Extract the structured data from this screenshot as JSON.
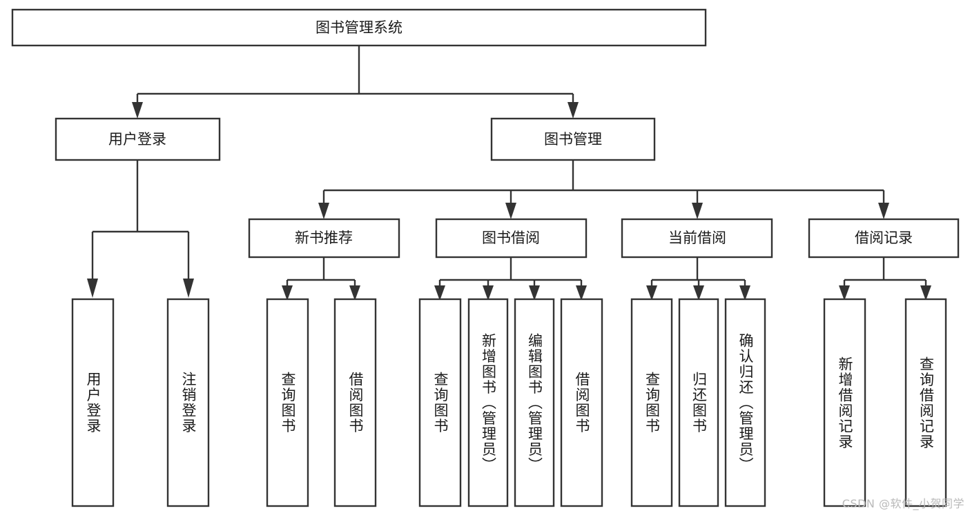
{
  "diagram": {
    "kind": "hierarchy-tree",
    "title_node": {
      "label": "图书管理系统"
    },
    "level2": [
      {
        "id": "user-login",
        "label": "用户登录"
      },
      {
        "id": "book-manage",
        "label": "图书管理"
      }
    ],
    "level3": [
      {
        "id": "new-book-recommend",
        "label": "新书推荐"
      },
      {
        "id": "book-borrow",
        "label": "图书借阅"
      },
      {
        "id": "current-borrow",
        "label": "当前借阅"
      },
      {
        "id": "borrow-record",
        "label": "借阅记录"
      }
    ],
    "leaves": {
      "user_login": [
        {
          "id": "leaf-user-login",
          "label": "用户登录"
        },
        {
          "id": "leaf-logout-login",
          "label": "注销登录"
        }
      ],
      "new_book_recommend": [
        {
          "id": "leaf-query-book-1",
          "label": "查询图书"
        },
        {
          "id": "leaf-borrow-book-1",
          "label": "借阅图书"
        }
      ],
      "book_borrow": [
        {
          "id": "leaf-query-book-2",
          "label": "查询图书"
        },
        {
          "id": "leaf-add-book",
          "label": "新增图书（管理员）"
        },
        {
          "id": "leaf-edit-book",
          "label": "编辑图书（管理员）"
        },
        {
          "id": "leaf-borrow-book-2",
          "label": "借阅图书"
        }
      ],
      "current_borrow": [
        {
          "id": "leaf-query-book-3",
          "label": "查询图书"
        },
        {
          "id": "leaf-return-book",
          "label": "归还图书"
        },
        {
          "id": "leaf-confirm-return",
          "label": "确认归还（管理员）"
        }
      ],
      "borrow_record": [
        {
          "id": "leaf-add-record",
          "label": "新增借阅记录"
        },
        {
          "id": "leaf-query-record",
          "label": "查询借阅记录"
        }
      ]
    }
  },
  "watermark": {
    "text": "CSDN @软件_小贺同学"
  },
  "colors": {
    "stroke": "#333333",
    "fill": "#ffffff",
    "text": "#1a1a1a",
    "watermark": "#b9b9b9"
  }
}
